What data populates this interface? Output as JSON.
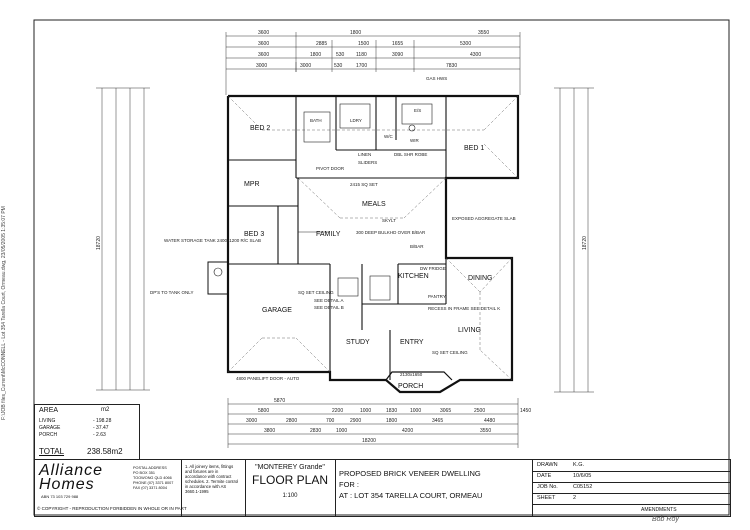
{
  "side_note": "F:\\JOB files_Current\\McCONNELL - Lot 354 Tarella Court, Ormeau.dwg, 23/05/2005 1:35:07 PM",
  "rooms": {
    "bed2": "BED 2",
    "bed1": "BED 1",
    "mpr": "MPR",
    "meals": "MEALS",
    "bed3": "BED 3",
    "family": "FAMILY",
    "kitchen": "KITCHEN",
    "dining": "DINING",
    "garage": "GARAGE",
    "living": "LIVING",
    "study": "STUDY",
    "entry": "ENTRY",
    "porch": "PORCH",
    "bath": "BATH",
    "ldry": "LDRY",
    "es": "E/S",
    "wir": "WIR",
    "linen": "LINEN",
    "pantry": "PANTRY",
    "wc": "W/C"
  },
  "notes_plan": {
    "gas_hws": "GAS HWS",
    "pivot_door": "PIVOT DOOR",
    "sliders": "SLIDERS",
    "dbl_shr_robe": "DBL SHR ROBE",
    "ceiling_2415": "2415 SQ SET",
    "skylt": "SKYLT",
    "bulkhead": "300 DEEP BULKHD OVER B/BAR",
    "exposed": "EXPOSED AGGREGATE SLAB",
    "water_tank": "WATER STORAGE TANK 2400x1200 R/C SLAB",
    "dps": "DP'S TO TANK ONLY",
    "detail_a": "SEE DETAIL A",
    "detail_b": "SEE DETAIL B",
    "recess": "RECESS IN FRAME SEE DETAIL K",
    "set_ceiling": "SQ SET CEILING",
    "panelift": "4800 PANELIFT DOOR - AUTO",
    "window_2130": "2130x1650",
    "dw_fridge": "DW FRIDGE",
    "bbar": "B/BAR"
  },
  "dims": {
    "top_row1": [
      "3600",
      "1800",
      "3550"
    ],
    "top_row2": [
      "3600",
      "2885",
      "1500",
      "1655",
      "5300"
    ],
    "top_row3": [
      "3600",
      "1800",
      "530",
      "1180",
      "3090",
      "4300"
    ],
    "top_row4": [
      "3000",
      "3000",
      "530",
      "1700",
      "7830"
    ],
    "bottom_row1": [
      "5870",
      "5800",
      "2200",
      "1000",
      "1830",
      "1000",
      "3065",
      "2500",
      "1450"
    ],
    "bottom_row2": [
      "3000",
      "2800",
      "700",
      "2900",
      "1800",
      "3465",
      "4480"
    ],
    "bottom_row3": [
      "3800",
      "2830",
      "1000",
      "4200",
      "3550"
    ],
    "overall_width": "18200",
    "left_overall": "18720",
    "right_overall": "18720"
  },
  "area": {
    "title": "AREA",
    "unit": "m2",
    "rows": [
      {
        "label": "LIVING",
        "value": "- 198.28"
      },
      {
        "label": "GARAGE",
        "value": "- 37.47"
      },
      {
        "label": "PORCH",
        "value": "- 2.63"
      }
    ],
    "total_label": "TOTAL",
    "total_value": "238.58m2"
  },
  "company": {
    "logo_line1": "Alliance",
    "logo_line2": "Homes",
    "abn": "ABN 73 103 729 988",
    "postal": [
      "POSTAL ADDRESS",
      "PO BOX 351",
      "TOOWONG QLD 4066",
      "PHONE (07) 3371 8007",
      "FAX (07) 3371 8004"
    ],
    "copyright": "© COPYRIGHT - REPRODUCTION FORBIDDEN IN WHOLE OR IN PART"
  },
  "notes": "1. All joinery items, fittings and fixtures are in accordance with contract schedules. 2. Termite control in accordance with AS 3660.1-1995",
  "plan_name": {
    "model": "\"MONTEREY Grande\"",
    "title": "FLOOR PLAN",
    "scale": "1:100"
  },
  "project": {
    "line1": "PROPOSED BRICK VENEER DWELLING",
    "line2": "FOR :",
    "line3": "AT : LOT 354 TARELLA COURT, ORMEAU"
  },
  "meta": {
    "drawn_label": "DRAWN",
    "drawn_value": "K.G.",
    "date_label": "DATE",
    "date_value": "10/6/05",
    "job_label": "JOB No.",
    "job_value": "C05152",
    "sheet_label": "SHEET",
    "sheet_value": "2",
    "amendments": "AMENDMENTS"
  },
  "signature": "Bob Roy"
}
